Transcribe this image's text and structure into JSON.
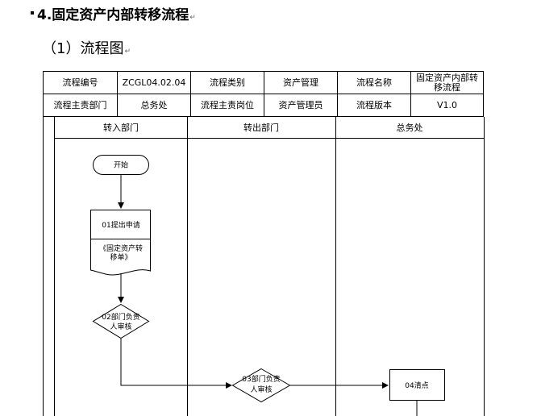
{
  "heading": {
    "title": "4.固定资产内部转移流程",
    "return_mark": "↵"
  },
  "subheading": {
    "title": "（1）流程图",
    "return_mark": "↵"
  },
  "info_table": {
    "rows": [
      [
        "流程编号",
        "ZCGL04.02.04",
        "流程类别",
        "资产管理",
        "流程名称",
        "固定资产内部转移流程"
      ],
      [
        "流程主责部门",
        "总务处",
        "流程主责岗位",
        "资产管理员",
        "流程版本",
        "V1.0"
      ]
    ]
  },
  "flowchart": {
    "lanes": [
      "转入部门",
      "转出部门",
      "总务处"
    ],
    "nodes": {
      "start": "开始",
      "step01": "01提出申请",
      "doc01_line1": "《固定资产转",
      "doc01_line2": "移单》",
      "step02_line1": "02部门负责",
      "step02_line2": "人审核",
      "step03_line1": "03部门负责",
      "step03_line2": "人审核",
      "step04": "04清点"
    }
  }
}
